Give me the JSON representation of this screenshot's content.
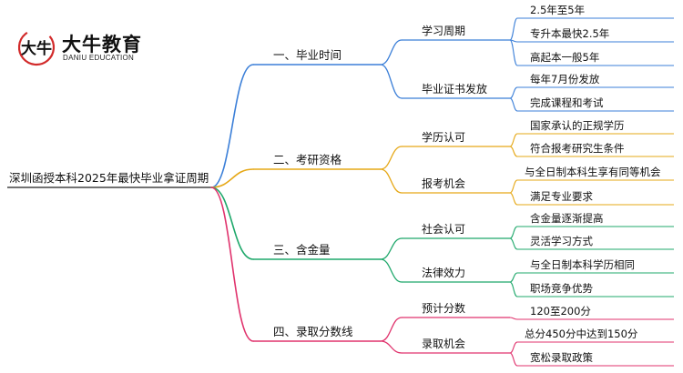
{
  "brand": {
    "name": "大牛教育",
    "subtitle": "DANIU EDUCATION",
    "mark_text": "大牛"
  },
  "colors": {
    "branch1": "#3b7fd8",
    "branch2": "#e6a817",
    "branch3": "#1fa86b",
    "branch4": "#e0336d",
    "text": "#111111"
  },
  "mindmap": {
    "root": "深圳函授本科2025年最快毕业拿证周期",
    "branches": [
      {
        "label": "一、毕业时间",
        "children": [
          {
            "label": "学习周期",
            "leaves": [
              "2.5年至5年",
              "专升本最快2.5年",
              "高起本一般5年"
            ]
          },
          {
            "label": "毕业证书发放",
            "leaves": [
              "每年7月份发放",
              "完成课程和考试"
            ]
          }
        ]
      },
      {
        "label": "二、考研资格",
        "children": [
          {
            "label": "学历认可",
            "leaves": [
              "国家承认的正规学历",
              "符合报考研究生条件"
            ]
          },
          {
            "label": "报考机会",
            "leaves": [
              "与全日制本科生享有同等机会",
              "满足专业要求"
            ]
          }
        ]
      },
      {
        "label": "三、含金量",
        "children": [
          {
            "label": "社会认可",
            "leaves": [
              "含金量逐渐提高",
              "灵活学习方式"
            ]
          },
          {
            "label": "法律效力",
            "leaves": [
              "与全日制本科学历相同",
              "职场竞争优势"
            ]
          }
        ]
      },
      {
        "label": "四、录取分数线",
        "children": [
          {
            "label": "预计分数",
            "leaves": [
              "120至200分"
            ]
          },
          {
            "label": "录取机会",
            "leaves": [
              "总分450分中达到150分",
              "宽松录取政策"
            ]
          }
        ]
      }
    ]
  }
}
